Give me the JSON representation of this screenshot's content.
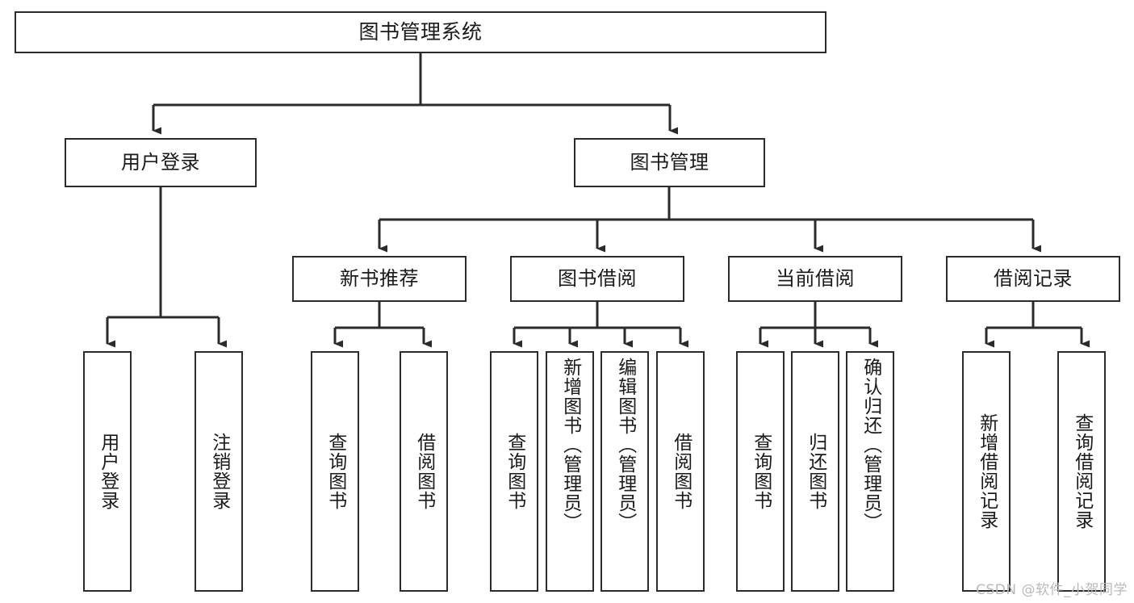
{
  "diagram": {
    "type": "tree-hierarchy-diagram",
    "title": "图书管理系统",
    "root": {
      "label": "图书管理系统"
    },
    "level2": [
      {
        "label": "用户登录"
      },
      {
        "label": "图书管理"
      }
    ],
    "level3": [
      {
        "label": "新书推荐"
      },
      {
        "label": "图书借阅"
      },
      {
        "label": "当前借阅"
      },
      {
        "label": "借阅记录"
      }
    ],
    "leaves": {
      "user_login": [
        {
          "label": "用户登录"
        },
        {
          "label": "注销登录"
        }
      ],
      "new_book_recommend": [
        {
          "label": "查询图书"
        },
        {
          "label": "借阅图书"
        }
      ],
      "book_borrow": [
        {
          "label": "查询图书"
        },
        {
          "label": "新增图书（管理员）"
        },
        {
          "label": "编辑图书（管理员）"
        },
        {
          "label": "借阅图书"
        }
      ],
      "current_borrow": [
        {
          "label": "查询图书"
        },
        {
          "label": "归还图书"
        },
        {
          "label": "确认归还（管理员）"
        }
      ],
      "borrow_record": [
        {
          "label": "新增借阅记录"
        },
        {
          "label": "查询借阅记录"
        }
      ]
    },
    "colors": {
      "stroke": "#2b2b2b",
      "fill": "#ffffff",
      "text": "#1a1a1a",
      "watermark": "#b9b9b9"
    }
  },
  "watermark": {
    "text": "CSDN @软件_小贺同学"
  }
}
